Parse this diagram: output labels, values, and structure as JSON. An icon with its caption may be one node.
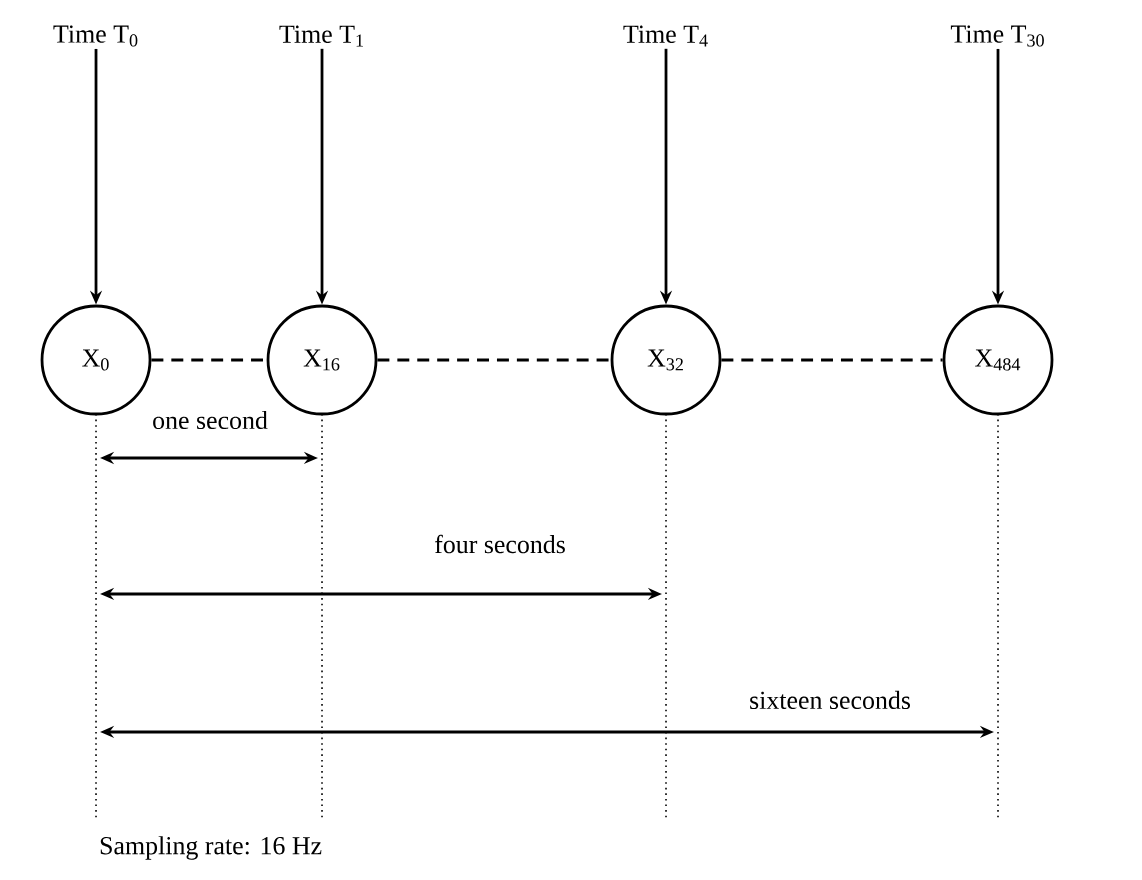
{
  "diagram": {
    "nodes": [
      {
        "text": [
          "Time T$_{0}$"
        ]
      },
      {
        "text": [
          "Time T$_{1}$"
        ]
      },
      {
        "text": [
          "Time T$_{4}$"
        ]
      },
      {
        "text": [
          "Time T$_{30}$"
        ]
      },
      {
        "text": [
          "X$_{0}$"
        ]
      },
      {
        "text": [
          "X$_{16}$"
        ]
      },
      {
        "text": [
          "X$_{32}$"
        ]
      },
      {
        "text": [
          "X$_{484}$"
        ]
      }
    ],
    "edges": [
      {
        "from": 0,
        "to": 4,
        "arrow": "to"
      },
      {
        "from": 1,
        "to": 5,
        "arrow": "to"
      },
      {
        "from": 2,
        "to": 6,
        "arrow": "to"
      },
      {
        "from": 3,
        "to": 7,
        "arrow": "to"
      },
      {
        "from": 4,
        "to": 5,
        "arrow": "none",
        "style": "dashed"
      },
      {
        "from": 5,
        "to": 6,
        "arrow": "none",
        "style": "dashed"
      },
      {
        "from": 6,
        "to": 7,
        "arrow": "none",
        "style": "dashed"
      }
    ],
    "labels": [
      "one second",
      "four seconds",
      "sixteen seconds",
      "Sampling rate: 16 Hz"
    ]
  }
}
